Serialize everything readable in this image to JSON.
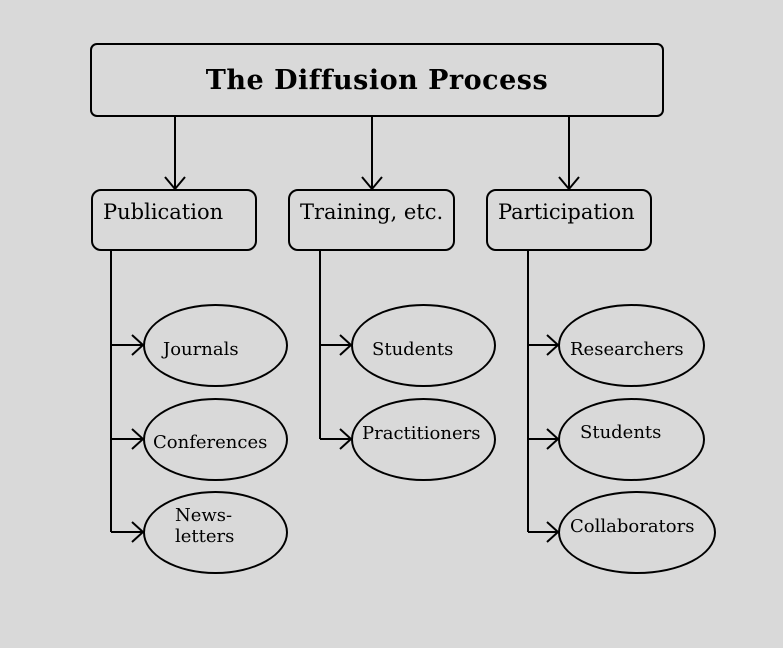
{
  "title": "The Diffusion Process",
  "categories": [
    {
      "label": "Publication",
      "items": [
        "Journals",
        "Conferences",
        "News-\nletters"
      ]
    },
    {
      "label": "Training, etc.",
      "items": [
        "Students",
        "Practitioners"
      ]
    },
    {
      "label": "Participation",
      "items": [
        "Researchers",
        "Students",
        "Collaborators"
      ]
    }
  ]
}
